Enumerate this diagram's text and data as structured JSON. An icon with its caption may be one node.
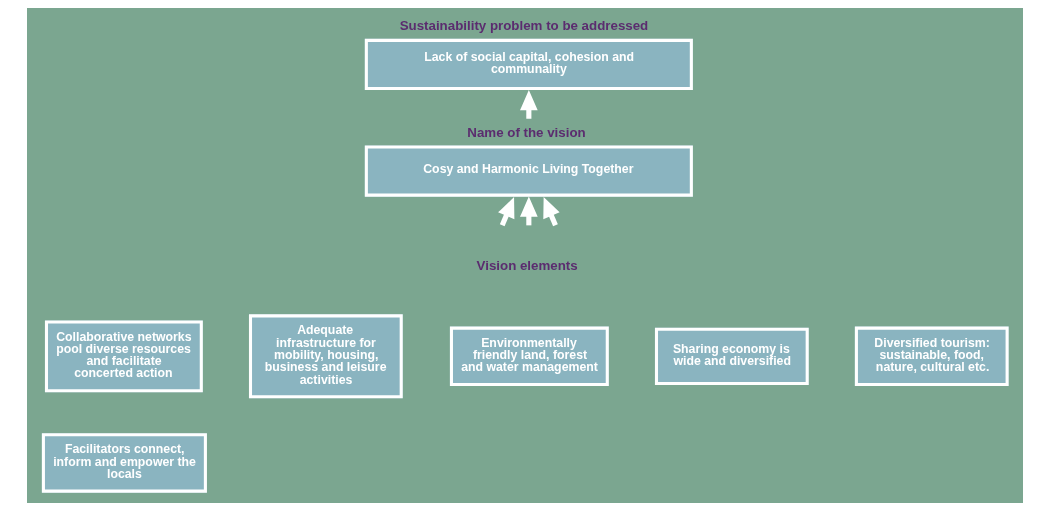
{
  "diagram": {
    "nodes": [
      {
        "text": [
          "Sustainability problem to be addressed",
          "Lack of social capital, cohesion and communality"
        ]
      },
      {
        "text": [
          "Name of the vision",
          "Cosy and Harmonic Living Together"
        ]
      },
      {
        "text": [
          "Collaborative networks pool diverse resources and facilitate concerted action"
        ]
      },
      {
        "text": [
          "Adequate infrastructure for mobility, housing, business and leisure activities"
        ]
      },
      {
        "text": [
          "Environmentally friendly land, forest and water management"
        ]
      },
      {
        "text": [
          "Sharing economy is wide and diversified"
        ]
      },
      {
        "text": [
          "Diversified tourism: sustainable, food, nature, cultural etc."
        ]
      },
      {
        "text": [
          "Facilitators connect, inform and empower the locals"
        ]
      }
    ],
    "edges": [
      {
        "from": 1,
        "to": 0,
        "arrow": "to"
      },
      {
        "from": null,
        "to": 1,
        "arrow": "to"
      },
      {
        "from": null,
        "to": 1,
        "arrow": "to"
      },
      {
        "from": null,
        "to": 1,
        "arrow": "to"
      }
    ],
    "labels": [
      "Vision elements"
    ]
  }
}
